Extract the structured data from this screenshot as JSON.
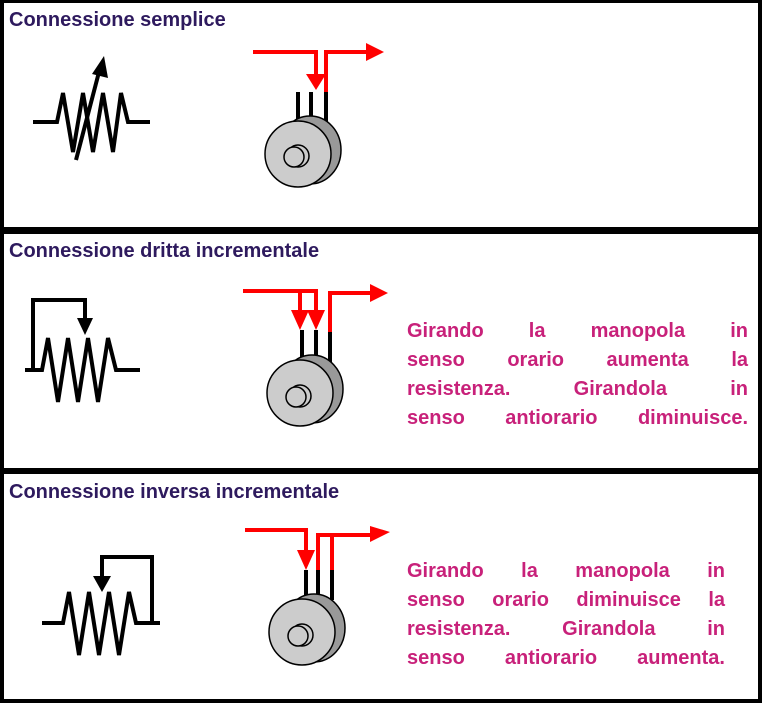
{
  "panels": [
    {
      "title": "Connessione semplice"
    },
    {
      "title": "Connessione dritta incrementale",
      "description_lines": [
        "Girando la manopola in",
        "senso orario aumenta la",
        "resistenza. Girandola in",
        "senso antiorario diminuisce."
      ]
    },
    {
      "title": "Connessione inversa incrementale",
      "description_lines": [
        "Girando la manopola in",
        "senso orario diminuisce la",
        "resistenza. Girandola in",
        "senso antiorario aumenta."
      ]
    }
  ],
  "colors": {
    "heading": "#2e1a5e",
    "description": "#c8217a",
    "current_arrow": "#ff0000",
    "knob": "#cccccc"
  }
}
